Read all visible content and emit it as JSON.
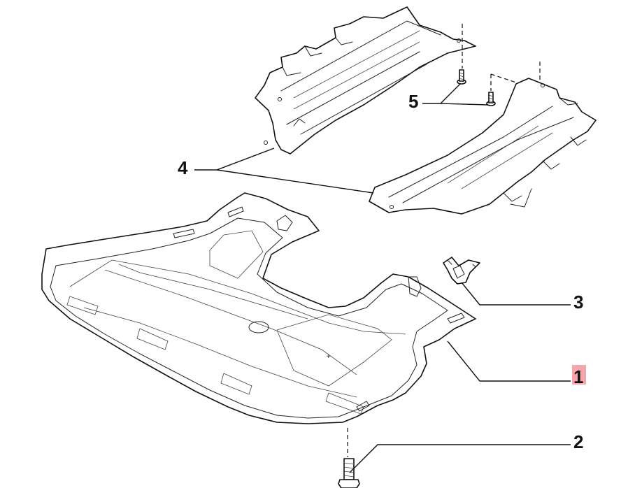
{
  "callouts": {
    "c1": "1",
    "c2": "2",
    "c3": "3",
    "c4": "4",
    "c5": "5"
  },
  "highlight_color": "#f4a6ad",
  "line_color": "#111111"
}
